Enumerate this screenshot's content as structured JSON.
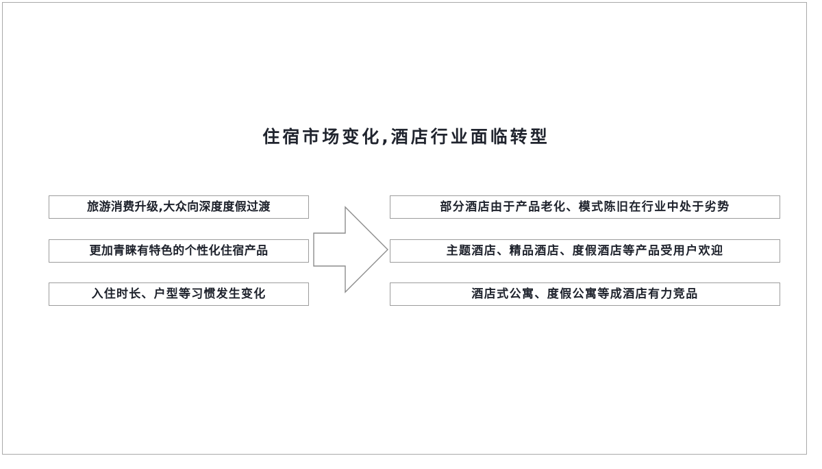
{
  "slide": {
    "title": "住宿市场变化,酒店行业面临转型",
    "frame_border_color": "#a8a8a8",
    "box_border_color": "#9b9b9b",
    "text_color": "#1d212b",
    "background_color": "#ffffff"
  },
  "left_column": {
    "items": [
      {
        "text": "旅游消费升级,大众向深度度假过渡"
      },
      {
        "text": "更加青睐有特色的个性化住宿产品"
      },
      {
        "text": "入住时长、户型等习惯发生变化"
      }
    ]
  },
  "arrow": {
    "name": "right-block-arrow",
    "direction": "right",
    "stroke_color": "#8c8c8c",
    "fill_color": "#ffffff"
  },
  "right_column": {
    "items": [
      {
        "text": "部分酒店由于产品老化、模式陈旧在行业中处于劣势"
      },
      {
        "text": "主题酒店、精品酒店、度假酒店等产品受用户欢迎"
      },
      {
        "text": "酒店式公寓、度假公寓等成酒店有力竞品"
      }
    ]
  }
}
